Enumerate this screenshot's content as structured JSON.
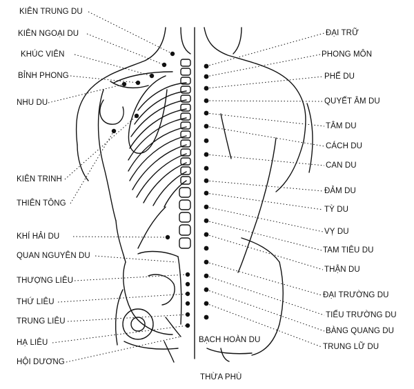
{
  "colors": {
    "ink": "#111111",
    "paper": "#ffffff"
  },
  "labels": {
    "left": [
      {
        "id": "kien-trung-du",
        "text": "KIÊN TRUNG DU"
      },
      {
        "id": "kien-ngoai-du",
        "text": "KIÊN NGOẠI DU"
      },
      {
        "id": "khuc-vien",
        "text": "KHÚC VIÊN"
      },
      {
        "id": "binh-phong",
        "text": "BỈNH PHONG"
      },
      {
        "id": "nhu-du",
        "text": "NHU DU"
      },
      {
        "id": "kien-trinh",
        "text": "KIÊN TRINH"
      },
      {
        "id": "thien-tong",
        "text": "THIÊN TÔNG"
      },
      {
        "id": "khi-hai-du",
        "text": "KHÍ HẢI DU"
      },
      {
        "id": "quan-nguyen-du",
        "text": "QUAN NGUYÊN DU"
      },
      {
        "id": "thuong-lieu",
        "text": "THƯỢNG LIÊU"
      },
      {
        "id": "thu-lieu",
        "text": "THỨ LIÊU"
      },
      {
        "id": "trung-lieu",
        "text": "TRUNG LIÊU"
      },
      {
        "id": "ha-lieu",
        "text": "HẠ LIÊU"
      },
      {
        "id": "hoi-duong",
        "text": "HỘI DƯƠNG"
      }
    ],
    "right": [
      {
        "id": "dai-tru",
        "text": "ĐẠI TRỮ"
      },
      {
        "id": "phong-mon",
        "text": "PHONG MÔN"
      },
      {
        "id": "phe-du",
        "text": "PHẾ DU"
      },
      {
        "id": "quyet-am-du",
        "text": "QUYẾT ÂM DU"
      },
      {
        "id": "tam-du",
        "text": "TÂM DU"
      },
      {
        "id": "cach-du",
        "text": "CÁCH DU"
      },
      {
        "id": "can-du",
        "text": "CAN DU"
      },
      {
        "id": "dam-du",
        "text": "ĐẢM DU"
      },
      {
        "id": "ty-du",
        "text": "TỲ DU"
      },
      {
        "id": "vy-du",
        "text": "VỴ DU"
      },
      {
        "id": "tam-tieu-du",
        "text": "TAM TIÊU DU"
      },
      {
        "id": "than-du",
        "text": "THẬN DU"
      },
      {
        "id": "dai-truong-du",
        "text": "ĐẠI TRƯỜNG DU"
      },
      {
        "id": "tieu-truong-du",
        "text": "TIỂU TRƯỜNG DU"
      },
      {
        "id": "bang-quang-du",
        "text": "BÀNG QUANG DU"
      },
      {
        "id": "trung-lu-du",
        "text": "TRUNG LỮ DU"
      }
    ],
    "bottom": [
      {
        "id": "bach-hoan-du",
        "text": "BẠCH HOÀN DU"
      },
      {
        "id": "thua-phu",
        "text": "THỪA PHÙ"
      }
    ]
  }
}
